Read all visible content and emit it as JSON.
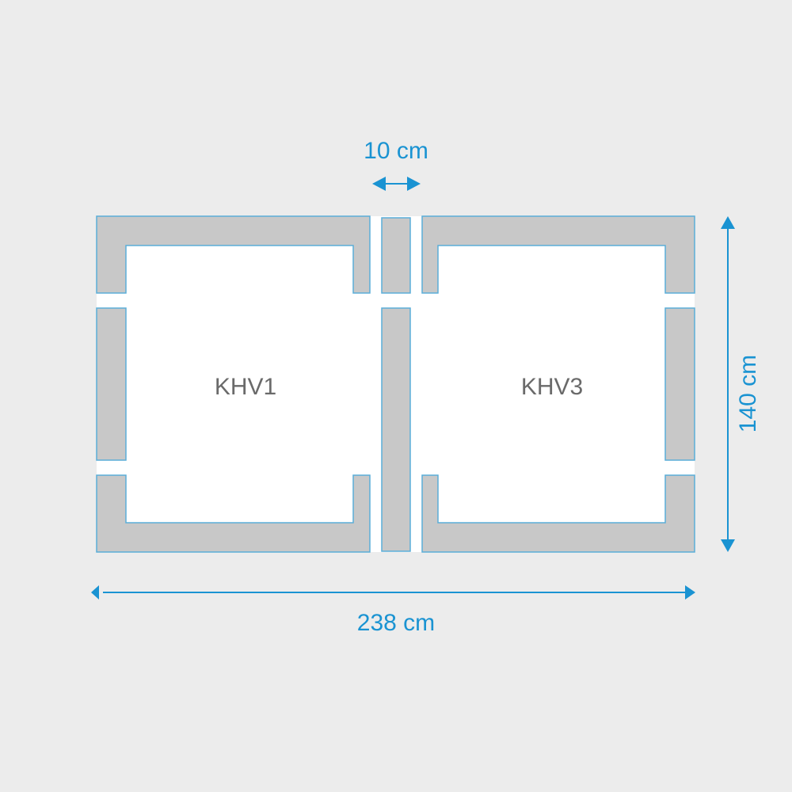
{
  "colors": {
    "background": "#ececec",
    "frame_fill": "#c8c8c8",
    "frame_stroke": "#5aaed8",
    "opening_fill": "#ffffff",
    "dimension_color": "#1a93d2",
    "label_color": "#6a6a6a"
  },
  "dimensions": {
    "gap_width": "10 cm",
    "total_width": "238 cm",
    "total_height": "140 cm"
  },
  "windows": [
    {
      "label": "KHV1"
    },
    {
      "label": "KHV3"
    }
  ]
}
